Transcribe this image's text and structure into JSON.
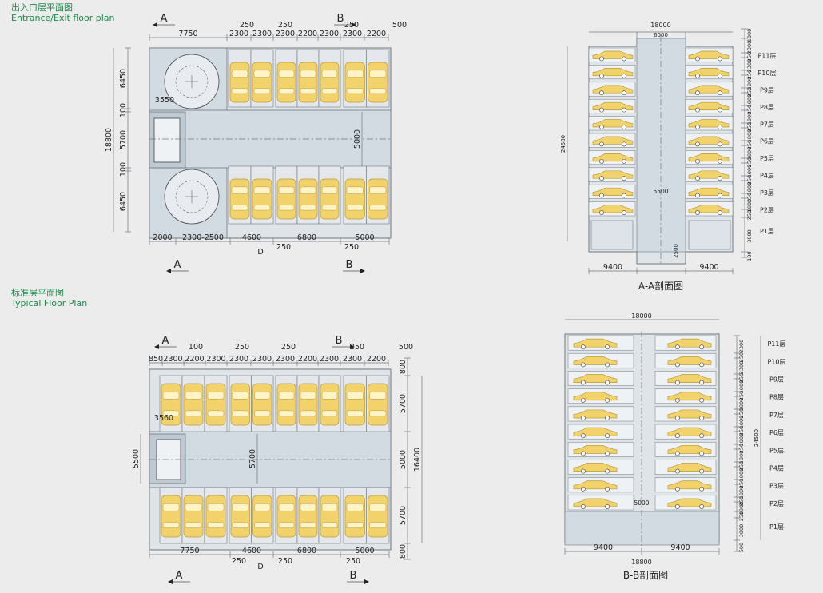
{
  "titles": {
    "entrance_cn": "出入口层平面图",
    "entrance_en": "Entrance/Exit floor plan",
    "typical_cn": "标准层平面图",
    "typical_en": "Typical Floor Plan",
    "section_aa": "A-A剖面图",
    "section_bb": "B-B剖面图"
  },
  "markers": {
    "a": "A",
    "b": "B",
    "d": "D"
  },
  "plan1": {
    "top": [
      "7750",
      "2300",
      "2300",
      "2300",
      "2200",
      "2300",
      "2300",
      "2200"
    ],
    "top_gaps": [
      "250",
      "250",
      "250",
      "500"
    ],
    "left": [
      "6450",
      "100",
      "5700",
      "100",
      "6450"
    ],
    "left_total": "18800",
    "inner": [
      "3550",
      "5000"
    ],
    "bottom": [
      "2000",
      "2300-2500",
      "4600",
      "6800",
      "5000"
    ],
    "bottom_gaps": [
      "250",
      "250"
    ]
  },
  "plan2": {
    "top": [
      "850",
      "2300",
      "2200",
      "2300",
      "2300",
      "2300",
      "2300",
      "2200",
      "2300",
      "2300",
      "2200"
    ],
    "top_gaps": [
      "100",
      "250",
      "250",
      "250",
      "500"
    ],
    "left": "5500",
    "right": [
      "800",
      "5700",
      "5000",
      "5700",
      "800"
    ],
    "right_total": "16400",
    "inner": [
      "3560",
      "5700"
    ],
    "bottom": [
      "7750",
      "4600",
      "6800",
      "5000"
    ],
    "bottom_gaps": [
      "250",
      "250",
      "250"
    ]
  },
  "section_a": {
    "top": "18000",
    "top_inner": "6000",
    "floors": [
      "P11层",
      "P10层",
      "P9层",
      "P8层",
      "P7层",
      "P6层",
      "P5层",
      "P4层",
      "P3层",
      "P2层",
      "P1层"
    ],
    "right_dims": [
      "1000",
      "2300",
      "250",
      "2300",
      "250",
      "1800",
      "250",
      "1800",
      "250",
      "1800",
      "250",
      "1800",
      "250",
      "1800",
      "250",
      "1800",
      "250",
      "1800",
      "250",
      "1800",
      "250",
      "3000",
      "100"
    ],
    "left_total": "24500",
    "center": "5500",
    "pit": "2500",
    "bottom": [
      "9400",
      "9400"
    ]
  },
  "section_b": {
    "top": "18000",
    "floors": [
      "P11层",
      "P10层",
      "P9层",
      "P8层",
      "P7层",
      "P6层",
      "P5层",
      "P4层",
      "P3层",
      "P2层",
      "P1层"
    ],
    "right_dims": [
      "2300",
      "250",
      "2300",
      "250",
      "1800",
      "250",
      "1800",
      "250",
      "1800",
      "250",
      "1800",
      "250",
      "1800",
      "250",
      "1800",
      "250",
      "1800",
      "250",
      "1800",
      "250",
      "3000",
      "500"
    ],
    "right_total": "24500",
    "center": "5000",
    "bottom": [
      "9400",
      "9400"
    ],
    "bottom_total": "18800"
  },
  "colors": {
    "car": "#f2d26a",
    "car_stroke": "#b89a3c",
    "slab": "#c9d2da",
    "line": "#6d7780",
    "frame": "#dfe4e8"
  }
}
